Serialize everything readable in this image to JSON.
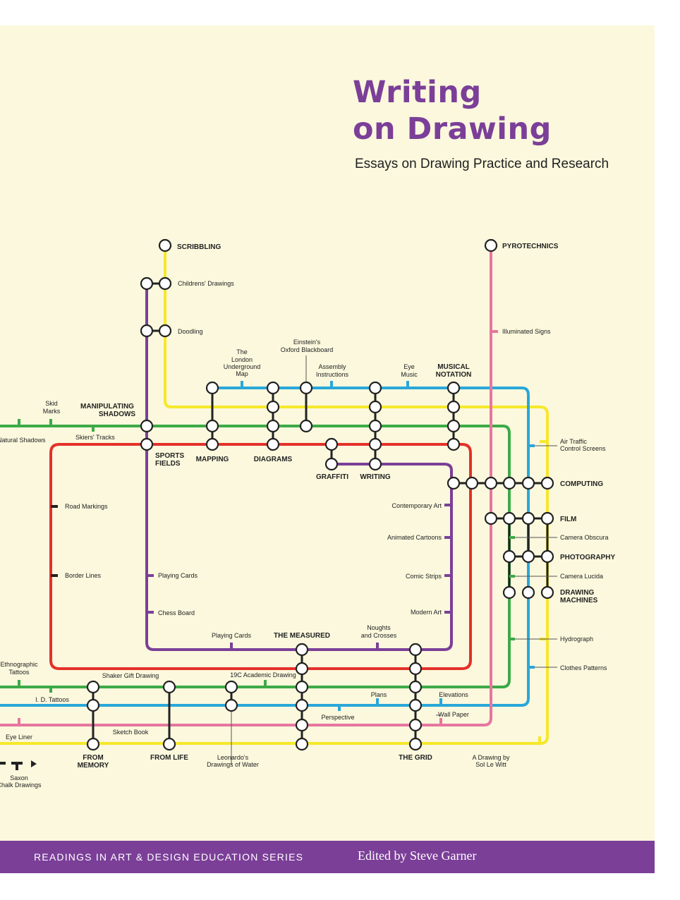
{
  "cover": {
    "title_line1": "Writing",
    "title_line2": "on Drawing",
    "subtitle": "Essays on Drawing Practice and Research",
    "series": "READINGS IN ART & DESIGN EDUCATION SERIES",
    "editor": "Edited by Steve Garner"
  },
  "colors": {
    "background": "#fbf8dd",
    "purple": "#7b3f98",
    "line_yellow": "#f6e82a",
    "line_purple": "#7b3f98",
    "line_green": "#3daa47",
    "line_red": "#e4312b",
    "line_blue": "#2aa7d9",
    "line_pink": "#e7769f"
  },
  "stations": {
    "scribbling": "SCRIBBLING",
    "pyrotechnics": "PYROTECHNICS",
    "manipulating_shadows_1": "MANIPULATING",
    "manipulating_shadows_2": "SHADOWS",
    "musical_notation_1": "MUSICAL",
    "musical_notation_2": "NOTATION",
    "sports_fields_1": "SPORTS",
    "sports_fields_2": "FIELDS",
    "mapping": "MAPPING",
    "diagrams": "DIAGRAMS",
    "graffiti": "GRAFFITI",
    "writing": "WRITING",
    "computing": "COMPUTING",
    "film": "FILM",
    "photography": "PHOTOGRAPHY",
    "drawing_machines_1": "DRAWING",
    "drawing_machines_2": "MACHINES",
    "the_measured": "THE MEASURED",
    "from_memory_1": "FROM",
    "from_memory_2": "MEMORY",
    "from_life": "FROM LIFE",
    "the_grid": "THE GRID"
  },
  "labels": {
    "childrens_drawings": "Childrens' Drawings",
    "doodling": "Doodling",
    "illuminated_signs": "Illuminated Signs",
    "london_1": "The",
    "london_2": "London",
    "london_3": "Underground",
    "london_4": "Map",
    "einstein_1": "Einstein's",
    "einstein_2": "Oxford Blackboard",
    "assembly_1": "Assembly",
    "assembly_2": "Instructions",
    "eye_music_1": "Eye",
    "eye_music_2": "Music",
    "skid_1": "Skid",
    "skid_2": "Marks",
    "natural_shadows": "Natural Shadows",
    "skiers_tracks": "Skiers' Tracks",
    "air_traffic_1": "Air Traffic",
    "air_traffic_2": "Control Screens",
    "road_markings": "Road Markings",
    "contemporary_art": "Contemporary Art",
    "animated_cartoons": "Animated Cartoons",
    "camera_obscura": "Camera Obscura",
    "border_lines": "Border Lines",
    "playing_cards_left": "Playing Cards",
    "comic_strips": "Comic Strips",
    "camera_lucida": "Camera Lucida",
    "chess_board": "Chess Board",
    "modern_art": "Modern Art",
    "noughts_1": "Noughts",
    "noughts_2": "and Crosses",
    "playing_cards_bottom": "Playing Cards",
    "hydrograph": "Hydrograph",
    "ethnographic_1": "Ethnographic",
    "ethnographic_2": "Tattoos",
    "clothes_patterns": "Clothes Patterns",
    "shaker": "Shaker Gift Drawing",
    "academic": "19C Academic Drawing",
    "id_tattoos": "I. D. Tattoos",
    "plans": "Plans",
    "elevations": "Elevations",
    "perspective": "Perspective",
    "wall_paper": "Wall Paper",
    "eye_liner": "Eye Liner",
    "sketch_book": "Sketch Book",
    "leonardo_1": "Leonardo's",
    "leonardo_2": "Drawings of Water",
    "lewitt_1": "A Drawing by",
    "lewitt_2": "Sol Le Witt",
    "saxon_1": "Saxon",
    "saxon_2": "Chalk Drawings"
  }
}
